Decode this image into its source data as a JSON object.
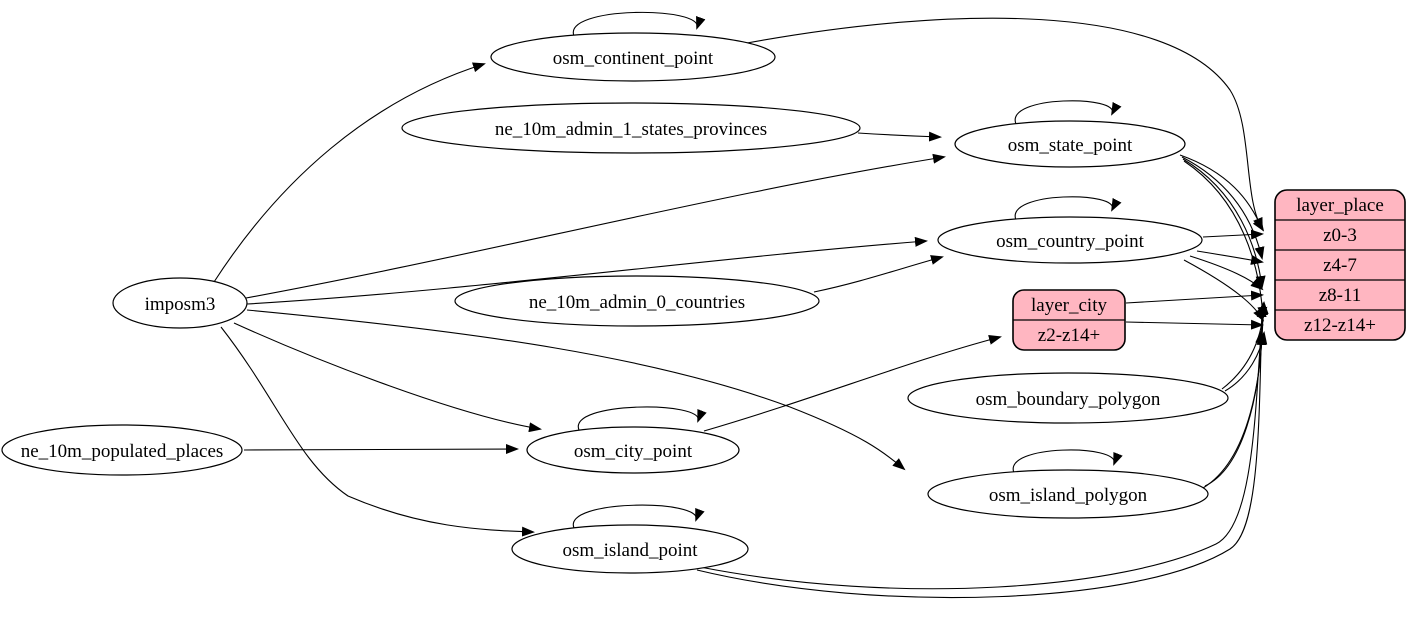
{
  "diagram": {
    "type": "etl-dataflow-graph",
    "colors": {
      "background": "#ffffff",
      "node_fill": "#ffffff",
      "record_fill": "#FFB6C1",
      "stroke": "#000000"
    },
    "nodes": {
      "imposm3": {
        "label": "imposm3"
      },
      "osm_continent_point": {
        "label": "osm_continent_point"
      },
      "ne_10m_admin_1_states_provinces": {
        "label": "ne_10m_admin_1_states_provinces"
      },
      "osm_state_point": {
        "label": "osm_state_point"
      },
      "osm_country_point": {
        "label": "osm_country_point"
      },
      "ne_10m_admin_0_countries": {
        "label": "ne_10m_admin_0_countries"
      },
      "osm_boundary_polygon": {
        "label": "osm_boundary_polygon"
      },
      "osm_city_point": {
        "label": "osm_city_point"
      },
      "ne_10m_populated_places": {
        "label": "ne_10m_populated_places"
      },
      "osm_island_polygon": {
        "label": "osm_island_polygon"
      },
      "osm_island_point": {
        "label": "osm_island_point"
      }
    },
    "records": {
      "layer_place": {
        "title": "layer_place",
        "rows": [
          "z0-3",
          "z4-7",
          "z8-11",
          "z12-z14+"
        ]
      },
      "layer_city": {
        "title": "layer_city",
        "rows": [
          "z2-z14+"
        ]
      }
    },
    "edges": [
      {
        "from": "imposm3",
        "to": "osm_continent_point"
      },
      {
        "from": "imposm3",
        "to": "osm_state_point"
      },
      {
        "from": "imposm3",
        "to": "osm_country_point"
      },
      {
        "from": "imposm3",
        "to": "osm_city_point"
      },
      {
        "from": "imposm3",
        "to": "osm_island_point"
      },
      {
        "from": "imposm3",
        "to": "osm_island_polygon"
      },
      {
        "from": "ne_10m_admin_1_states_provinces",
        "to": "osm_state_point"
      },
      {
        "from": "ne_10m_admin_0_countries",
        "to": "osm_country_point"
      },
      {
        "from": "ne_10m_populated_places",
        "to": "osm_city_point"
      },
      {
        "from": "osm_continent_point",
        "to": "osm_continent_point"
      },
      {
        "from": "osm_state_point",
        "to": "osm_state_point"
      },
      {
        "from": "osm_country_point",
        "to": "osm_country_point"
      },
      {
        "from": "osm_city_point",
        "to": "osm_city_point"
      },
      {
        "from": "osm_island_point",
        "to": "osm_island_point"
      },
      {
        "from": "osm_island_polygon",
        "to": "osm_island_polygon"
      },
      {
        "from": "osm_continent_point",
        "to": "layer_place:z0-3"
      },
      {
        "from": "osm_state_point",
        "to": "layer_place:z0-3"
      },
      {
        "from": "osm_state_point",
        "to": "layer_place:z4-7"
      },
      {
        "from": "osm_state_point",
        "to": "layer_place:z8-11"
      },
      {
        "from": "osm_state_point",
        "to": "layer_place:z12-z14+"
      },
      {
        "from": "osm_country_point",
        "to": "layer_place:z0-3"
      },
      {
        "from": "osm_country_point",
        "to": "layer_place:z4-7"
      },
      {
        "from": "osm_country_point",
        "to": "layer_place:z8-11"
      },
      {
        "from": "osm_country_point",
        "to": "layer_place:z12-z14+"
      },
      {
        "from": "osm_city_point",
        "to": "layer_city:z2-z14+"
      },
      {
        "from": "layer_city",
        "to": "layer_place:z8-11"
      },
      {
        "from": "layer_city",
        "to": "layer_place:z12-z14+"
      },
      {
        "from": "osm_boundary_polygon",
        "to": "layer_place:z8-11"
      },
      {
        "from": "osm_boundary_polygon",
        "to": "layer_place:z12-z14+"
      },
      {
        "from": "osm_island_polygon",
        "to": "layer_place:z8-11"
      },
      {
        "from": "osm_island_polygon",
        "to": "layer_place:z12-z14+"
      },
      {
        "from": "osm_island_point",
        "to": "layer_place:z8-11"
      },
      {
        "from": "osm_island_point",
        "to": "layer_place:z12-z14+"
      }
    ]
  }
}
